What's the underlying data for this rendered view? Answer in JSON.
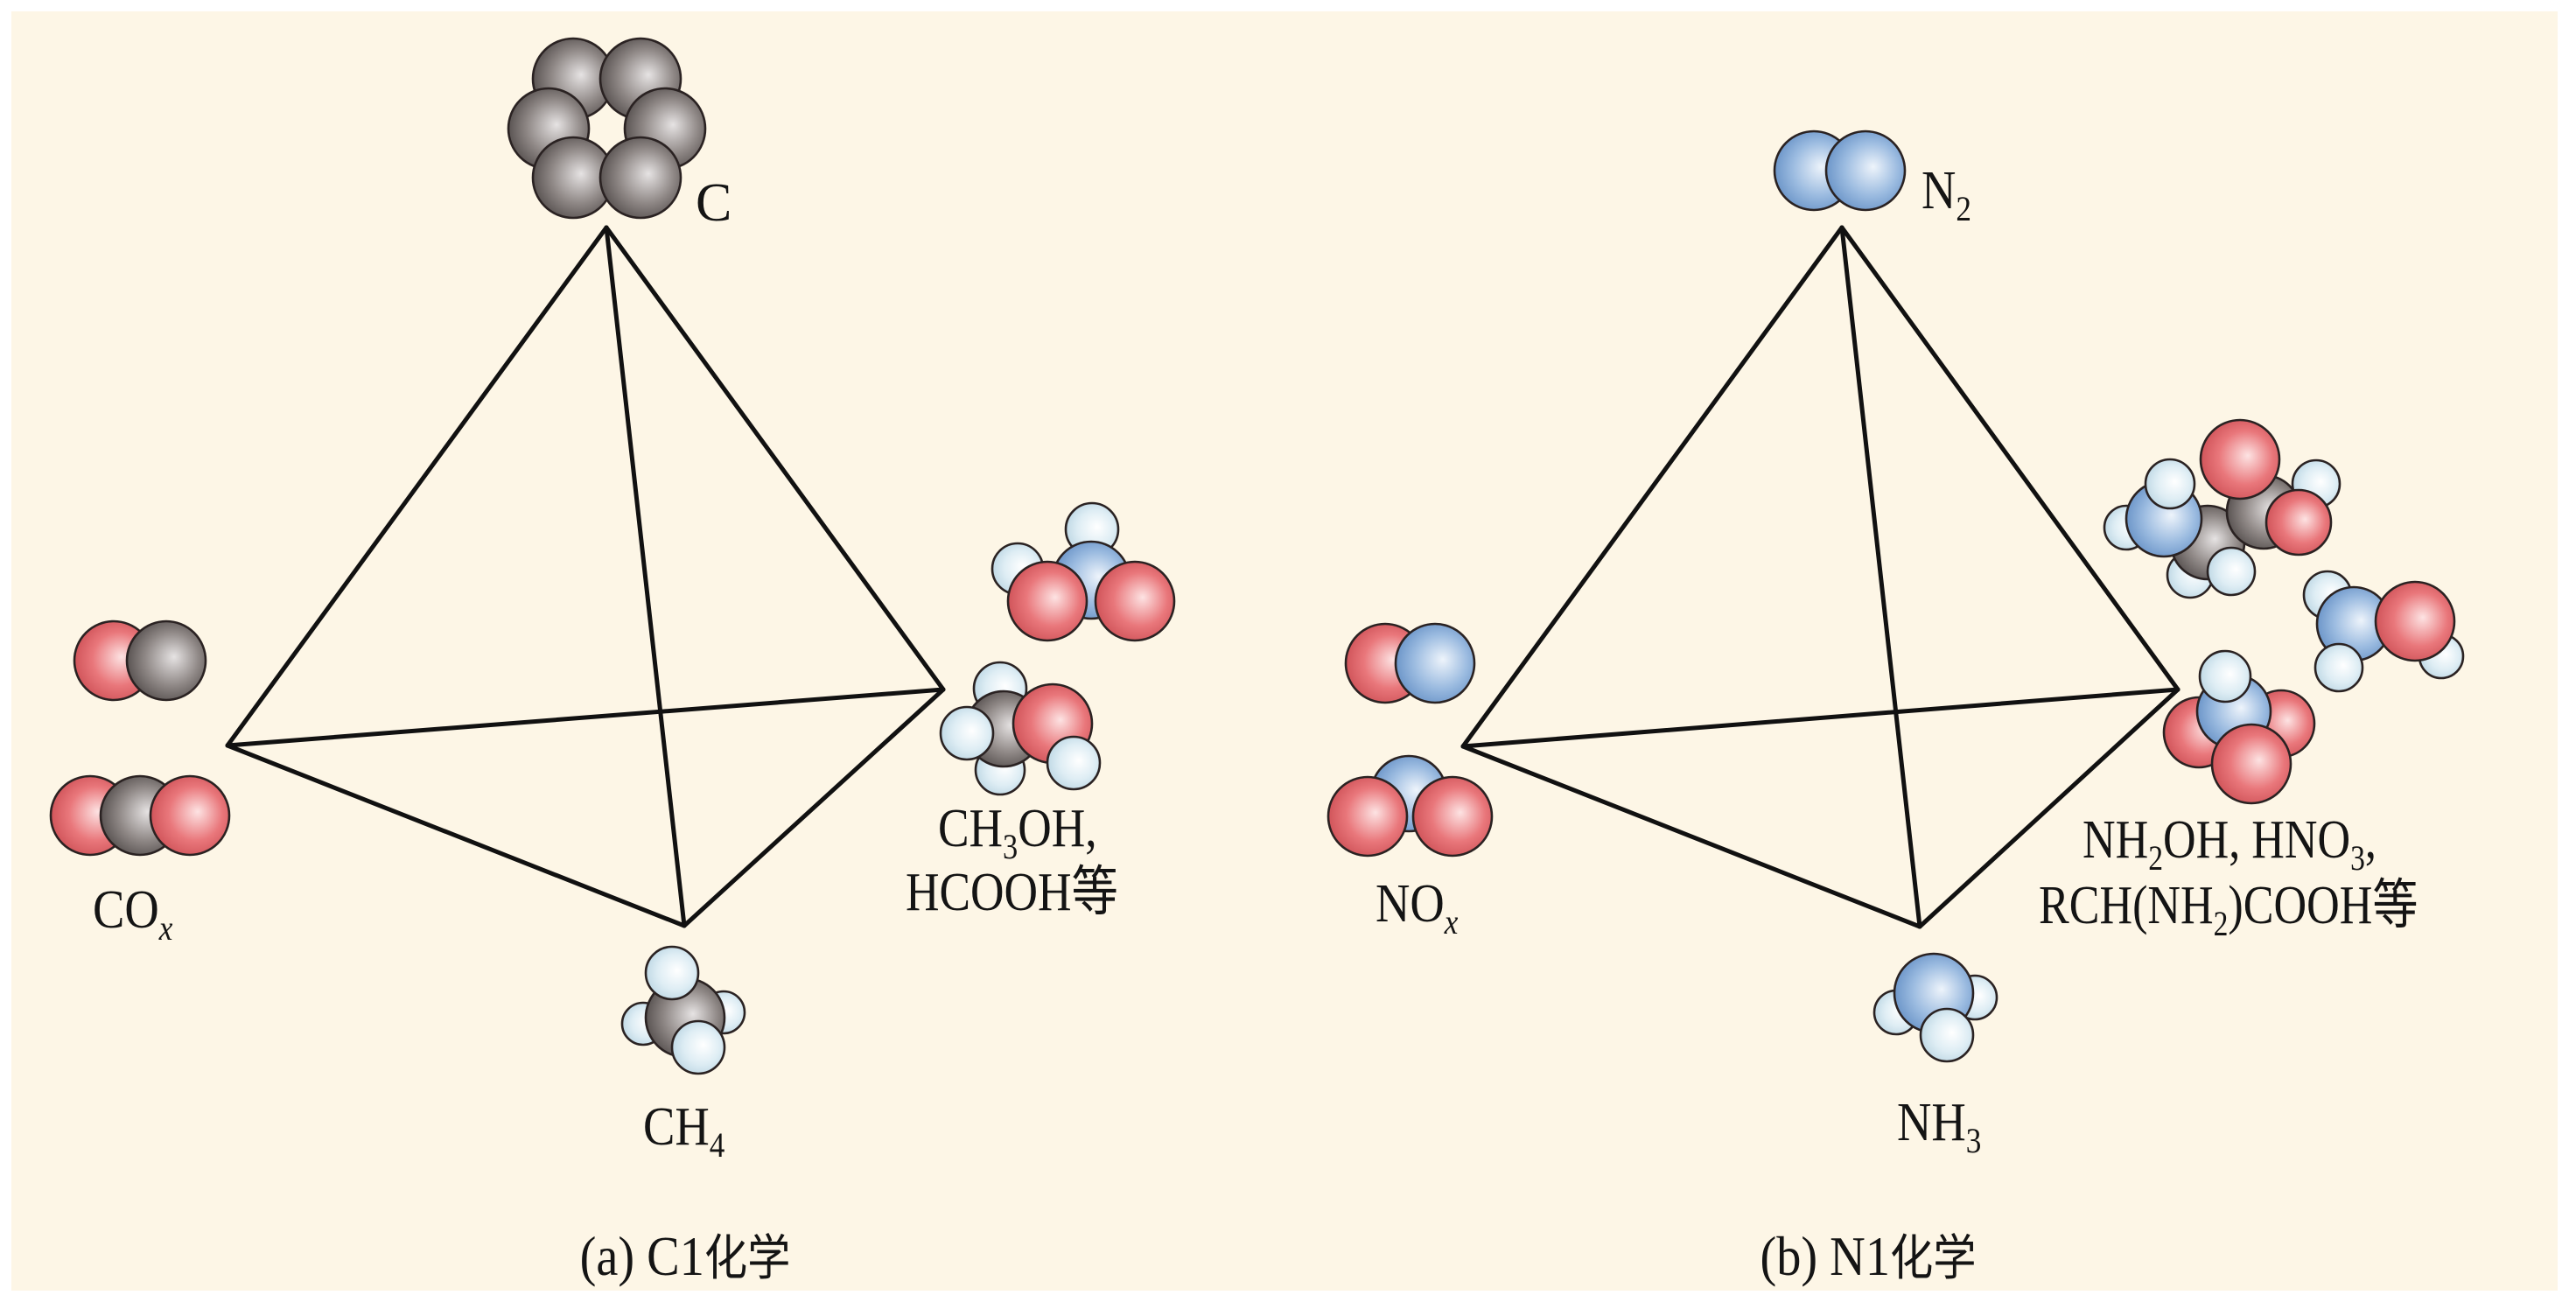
{
  "figure": {
    "background_color": "#fdf6e6",
    "element_colors": {
      "C": {
        "name": "carbon",
        "light": "#e6e3e3",
        "mid": "#8f8886",
        "dark": "#4a4443"
      },
      "O": {
        "name": "oxygen",
        "light": "#fde3e3",
        "mid": "#e9777b",
        "dark": "#c94a50"
      },
      "N": {
        "name": "nitrogen",
        "light": "#eef4fb",
        "mid": "#9bbbe0",
        "dark": "#5f8bc2"
      },
      "H": {
        "name": "hydrogen",
        "light": "#ffffff",
        "mid": "#deedf4",
        "dark": "#b7d3e1"
      }
    }
  },
  "panels": [
    {
      "id": "a",
      "caption": {
        "prefix": "(a) C1",
        "suffix": "化学"
      },
      "vertices": {
        "top": {
          "label": "C",
          "molecules": [
            "C6 ring"
          ]
        },
        "left": {
          "label": "CO",
          "label_sub": "x",
          "molecules": [
            "CO",
            "CO2"
          ]
        },
        "bottom": {
          "label": "CH",
          "label_sub": "4",
          "molecules": [
            "CH4"
          ]
        },
        "right": {
          "line1": {
            "a": "CH",
            "a_sub": "3",
            "b": "OH,"
          },
          "line2": "HCOOH等",
          "molecules": [
            "HNO2-like",
            "CH3OH"
          ]
        }
      }
    },
    {
      "id": "b",
      "caption": {
        "prefix": "(b) N1",
        "suffix": "化学"
      },
      "vertices": {
        "top": {
          "label": "N",
          "label_sub": "2",
          "molecules": [
            "N2"
          ]
        },
        "left": {
          "label": "NO",
          "label_sub": "x",
          "molecules": [
            "NO",
            "NO2"
          ]
        },
        "bottom": {
          "label": "NH",
          "label_sub": "3",
          "molecules": [
            "NH3"
          ]
        },
        "right": {
          "line1": {
            "a": "NH",
            "a_sub": "2",
            "b": "OH, HNO",
            "b_sub": "3",
            "c": ","
          },
          "line2": {
            "a": "RCH(NH",
            "a_sub": "2",
            "b": ")COOH等"
          },
          "molecules": [
            "glycine",
            "NH2OH",
            "HNO3"
          ]
        }
      }
    }
  ]
}
